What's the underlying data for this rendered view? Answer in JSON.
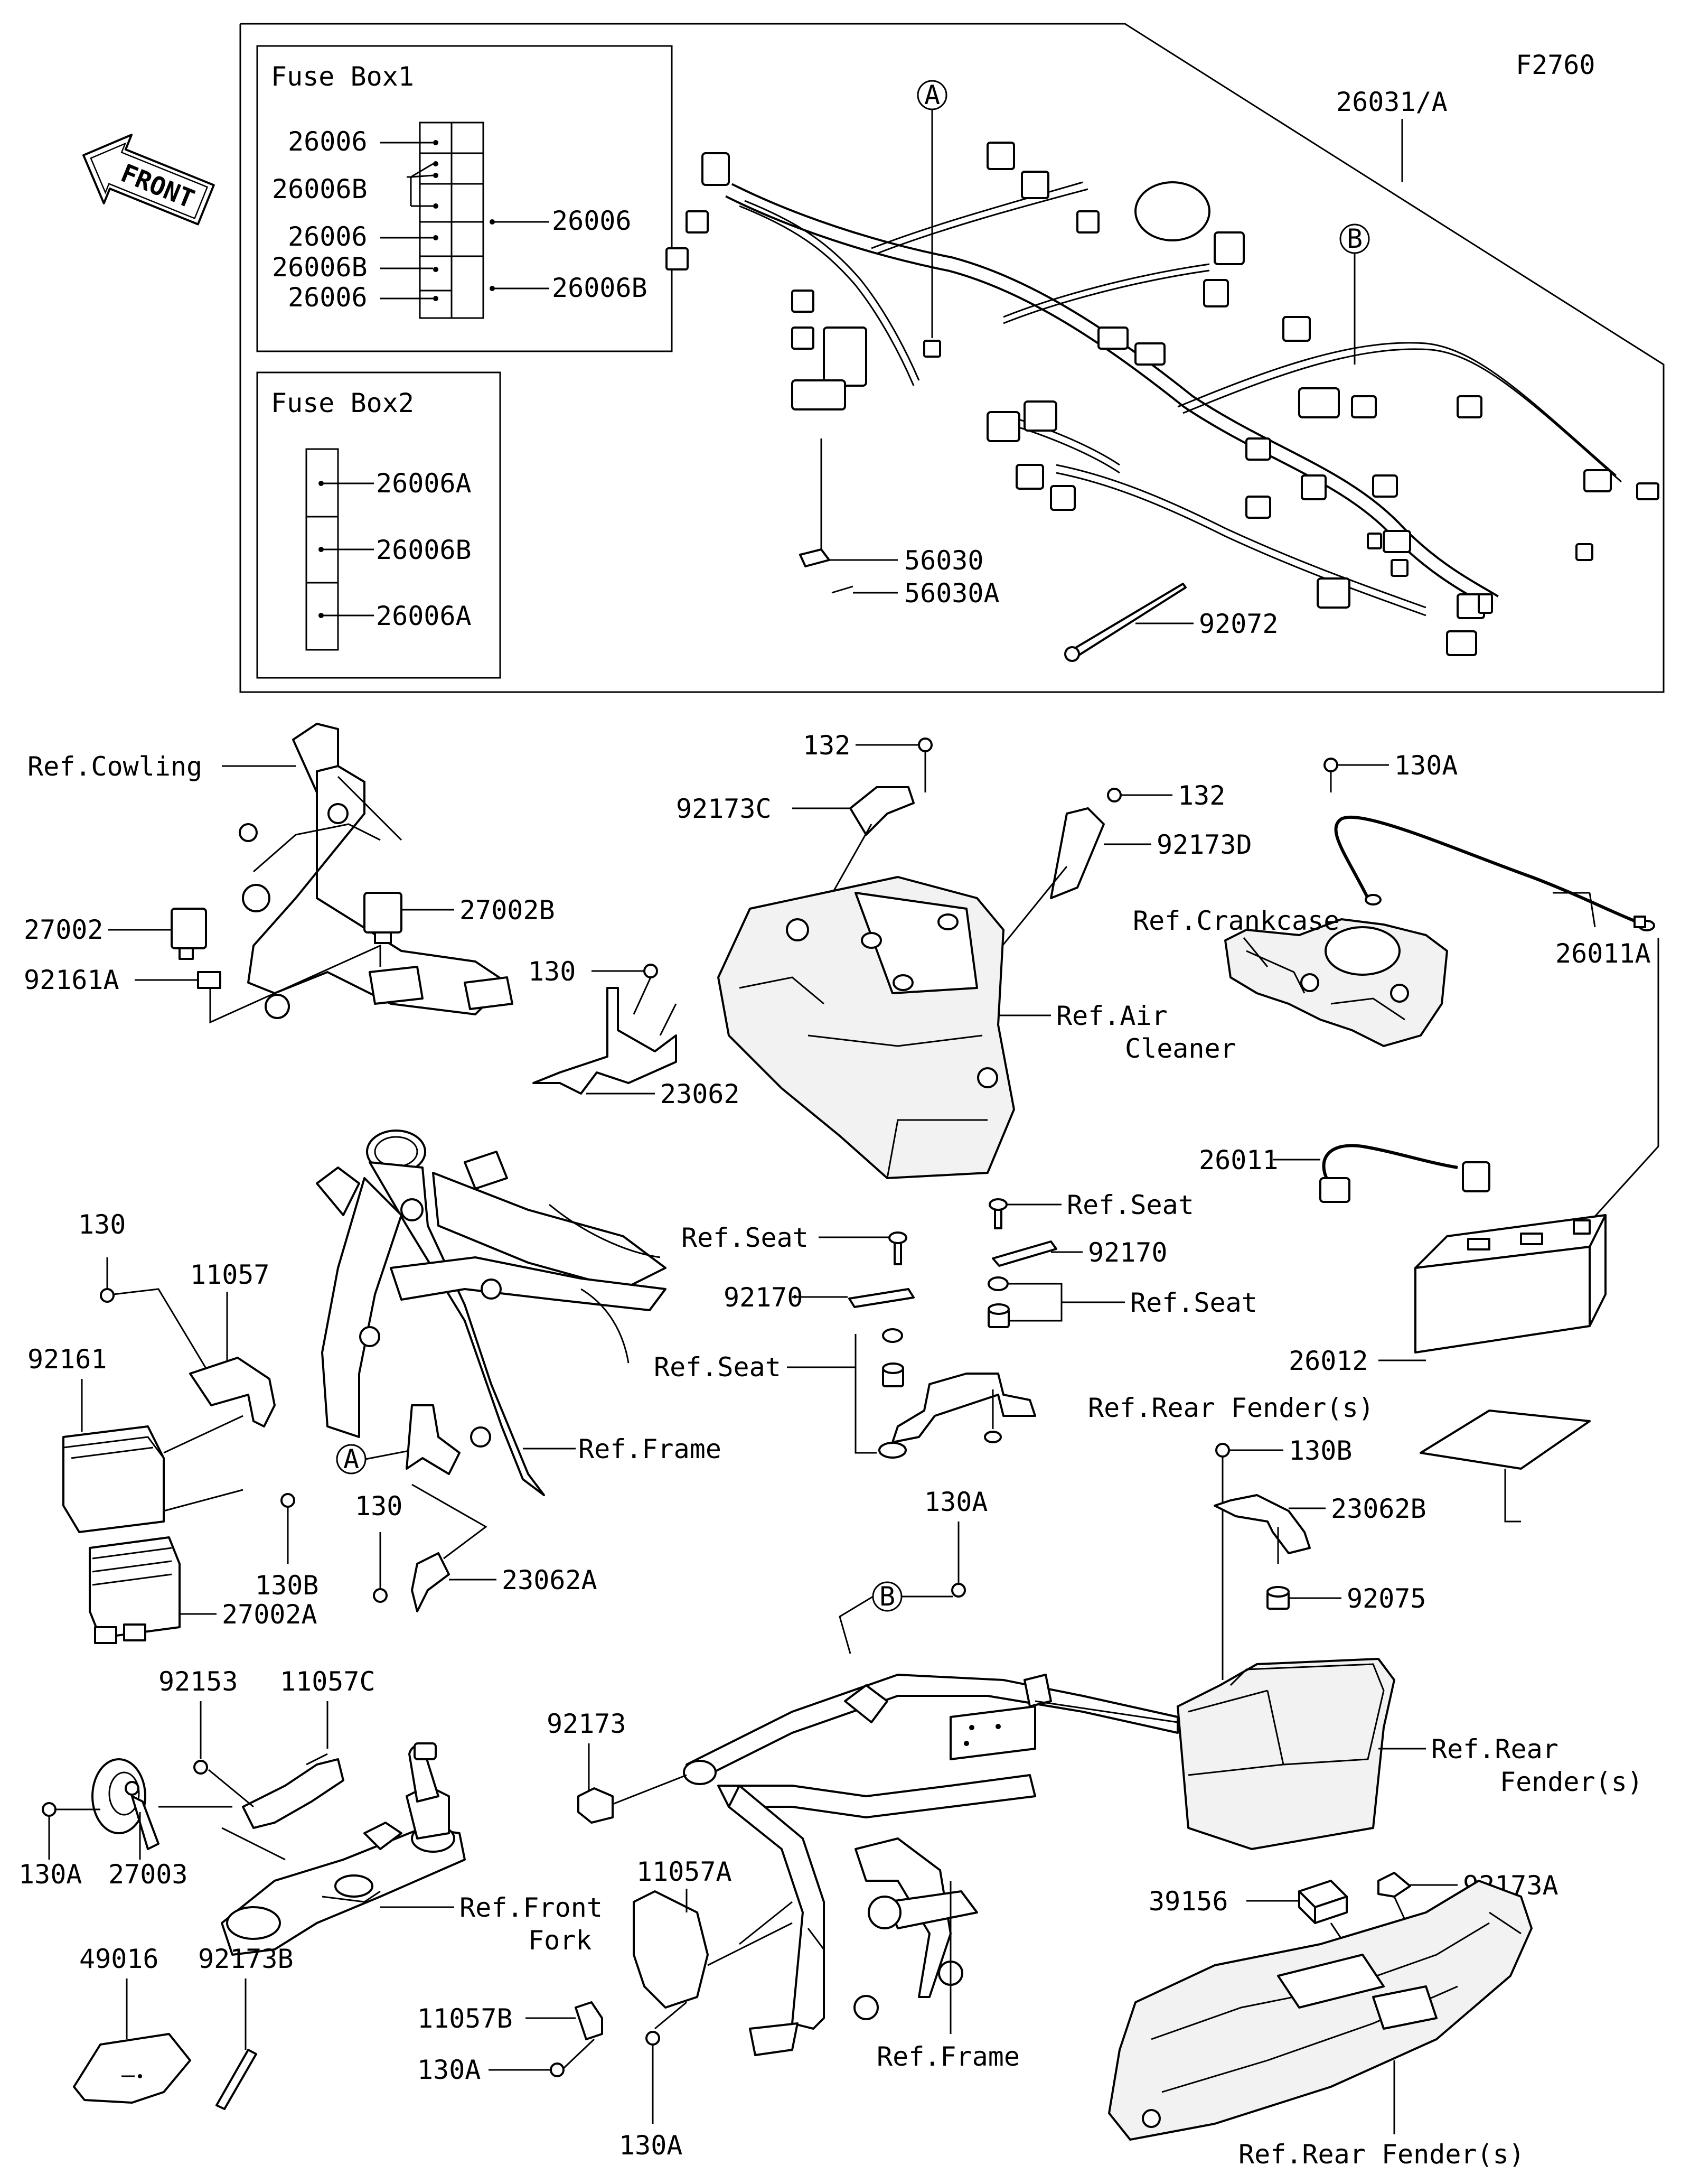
{
  "figure_id": "F2760",
  "front_label": "FRONT",
  "panels": {
    "fuse_box1": {
      "title": "Fuse Box1"
    },
    "fuse_box2": {
      "title": "Fuse Box2"
    }
  },
  "fuse_box1_labels": [
    "26006",
    "26006B",
    "26006",
    "26006B",
    "26006",
    "26006",
    "26006B"
  ],
  "fuse_box2_labels": [
    "26006A",
    "26006B",
    "26006A"
  ],
  "callouts": {
    "A": "A",
    "B": "B"
  },
  "labels": {
    "harness": "26031/A",
    "p56030": "56030",
    "p56030a": "56030A",
    "p92072": "92072",
    "ref_cowling": "Ref.Cowling",
    "p27002": "27002",
    "p27002b": "27002B",
    "p92161a": "92161A",
    "p130_a": "130",
    "p23062": "23062",
    "p130_b": "130",
    "p11057": "11057",
    "p92161": "92161",
    "p130b_a": "130B",
    "p27002a": "27002A",
    "p130_c": "130",
    "p23062a": "23062A",
    "ref_frame_1": "Ref.Frame",
    "p132_a": "132",
    "p92173c": "92173C",
    "p132_b": "132",
    "p92173d": "92173D",
    "ref_air_1": "Ref.Air",
    "ref_air_2": "Cleaner",
    "ref_seat_1": "Ref.Seat",
    "p92170_a": "92170",
    "ref_seat_2": "Ref.Seat",
    "ref_seat_3": "Ref.Seat",
    "p92170_b": "92170",
    "ref_seat_4": "Ref.Seat",
    "p130a_a": "130A",
    "ref_crankcase": "Ref.Crankcase",
    "p26011a": "26011A",
    "p26011": "26011",
    "p26012": "26012",
    "ref_rear_fender_1": "Ref.Rear Fender(s)",
    "p130b_b": "130B",
    "p23062b": "23062B",
    "p92075": "92075",
    "ref_rear_fender_2a": "Ref.Rear",
    "ref_rear_fender_2b": "Fender(s)",
    "p130a_b": "130A",
    "p92173": "92173",
    "p92153": "92153",
    "p11057c": "11057C",
    "p130a_c": "130A",
    "p27003": "27003",
    "ref_front_fork_1": "Ref.Front",
    "ref_front_fork_2": "Fork",
    "p11057a": "11057A",
    "p49016": "49016",
    "p92173b": "92173B",
    "p11057b": "11057B",
    "p130a_d": "130A",
    "p130a_e": "130A",
    "ref_frame_2": "Ref.Frame",
    "p39156": "39156",
    "p92173a": "92173A",
    "ref_rear_fender_3": "Ref.Rear Fender(s)"
  }
}
